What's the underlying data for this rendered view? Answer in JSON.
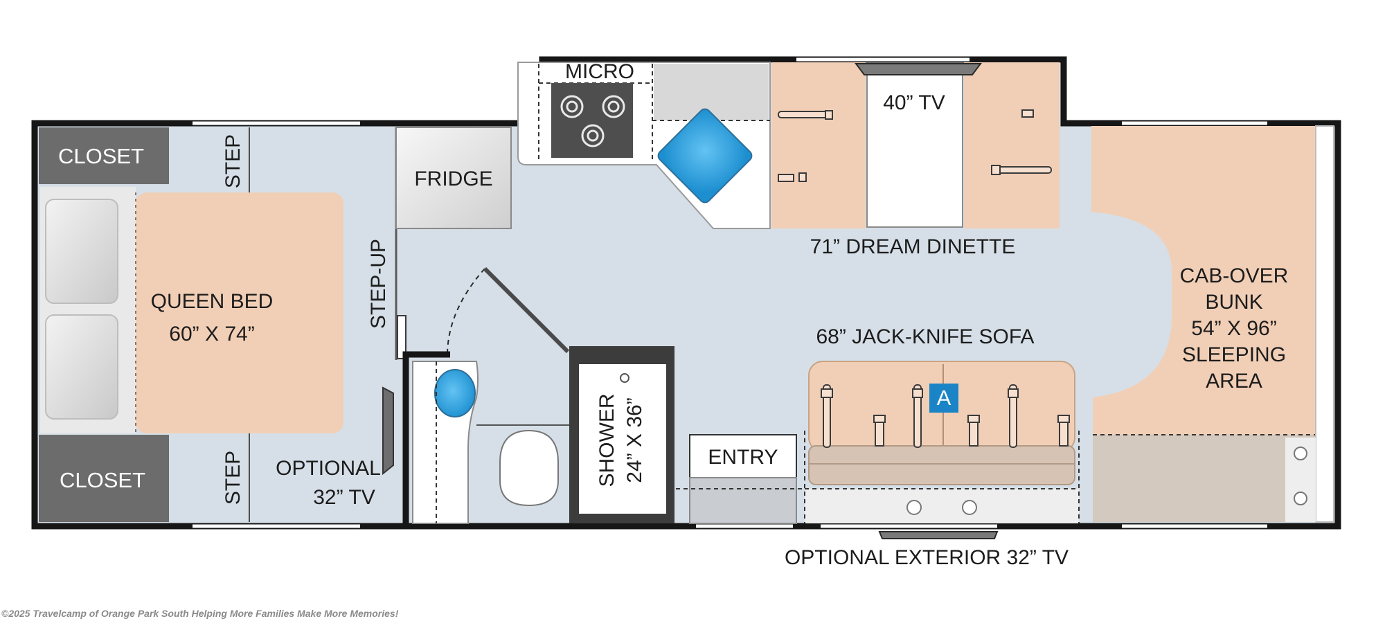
{
  "floorplan": {
    "labels": {
      "closet_top": "CLOSET",
      "closet_bottom": "CLOSET",
      "step_top": "STEP",
      "step_bottom": "STEP",
      "step_up": "STEP-UP",
      "queen_bed_title": "QUEEN BED",
      "queen_bed_size": "60” X 74”",
      "optional_tv_1": "OPTIONAL",
      "optional_tv_2": "32” TV",
      "fridge": "FRIDGE",
      "micro": "MICRO",
      "tv_40": "40” TV",
      "dinette": "71” DREAM DINETTE",
      "sofa": "68” JACK-KNIFE SOFA",
      "sofa_marker": "A",
      "shower_1": "SHOWER",
      "shower_2": "24” X 36”",
      "entry": "ENTRY",
      "cabover_1": "CAB-OVER",
      "cabover_2": "BUNK",
      "cabover_3": "54” X 96”",
      "cabover_4": "SLEEPING",
      "cabover_5": "AREA",
      "exterior_tv": "OPTIONAL EXTERIOR 32” TV"
    },
    "copyright": "©2025 Travelcamp of Orange Park South Helping More Families Make More Memories!",
    "colors": {
      "wall": "#161616",
      "floor": "#d6dfe7",
      "furniture_tan": "#f1cfb6",
      "furniture_tan_dark": "#e0b496",
      "closet": "#6c6c6c",
      "water_blue": "#2ea0dc",
      "marker_blue": "#1a84c6",
      "white": "#ffffff",
      "gray_panel": "#d0d0d0"
    }
  }
}
